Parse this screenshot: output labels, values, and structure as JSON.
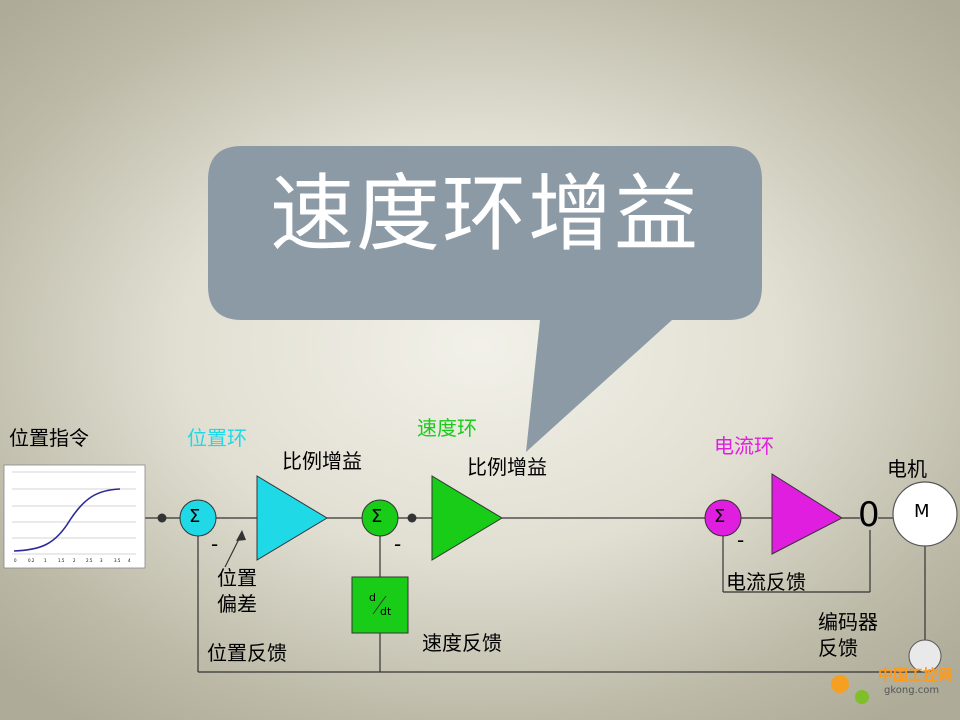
{
  "callout": {
    "title": "速度环增益"
  },
  "labels": {
    "position_command": "位置指令",
    "position_loop": "位置环",
    "speed_loop": "速度环",
    "current_loop": "电流环",
    "prop_gain_1": "比例增益",
    "prop_gain_2": "比例增益",
    "motor": "电机",
    "position_error": "位置偏差",
    "derivative_top": "d",
    "derivative_bottom": "dt",
    "position_feedback": "位置反馈",
    "speed_feedback": "速度反馈",
    "current_feedback": "电流反馈",
    "encoder_feedback": "编码器反馈",
    "sigma": "Σ",
    "minus": "-",
    "zero": "0",
    "motor_symbol": "M"
  },
  "colors": {
    "callout": "#8c9aa6",
    "position_loop": "#1fd9e6",
    "speed_loop": "#18cc18",
    "current_loop": "#e01ee0",
    "line": "#333333"
  },
  "watermark": {
    "text": "中国工控网",
    "sub": "gkong.com",
    "icon": "gear-icon"
  }
}
